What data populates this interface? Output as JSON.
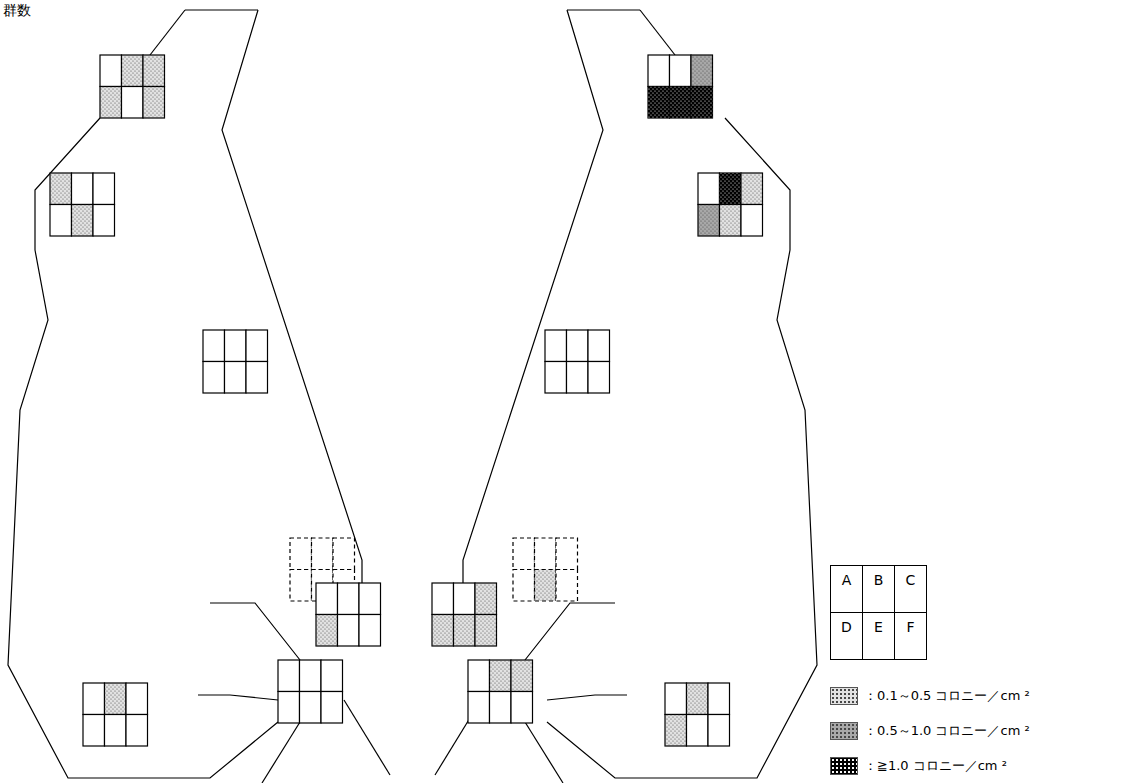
{
  "diagram": {
    "nodes": [
      {
        "text": [
          "A"
        ]
      },
      {
        "text": [
          "B"
        ]
      },
      {
        "text": [
          "C"
        ]
      },
      {
        "text": [
          "D"
        ]
      },
      {
        "text": [
          "E"
        ]
      },
      {
        "text": [
          "F"
        ]
      }
    ],
    "labels": [
      "群数"
    ],
    "legend": [
      {
        "text": "：0.1～0.5 コロニー／cm ²",
        "color": "#e2e2e2"
      },
      {
        "text": "：0.5～1.0 コロニー／cm ²",
        "color": "#a8a8a8"
      },
      {
        "text": "：≧1.0 コロニー／cm ²",
        "color": "#000000"
      }
    ]
  }
}
